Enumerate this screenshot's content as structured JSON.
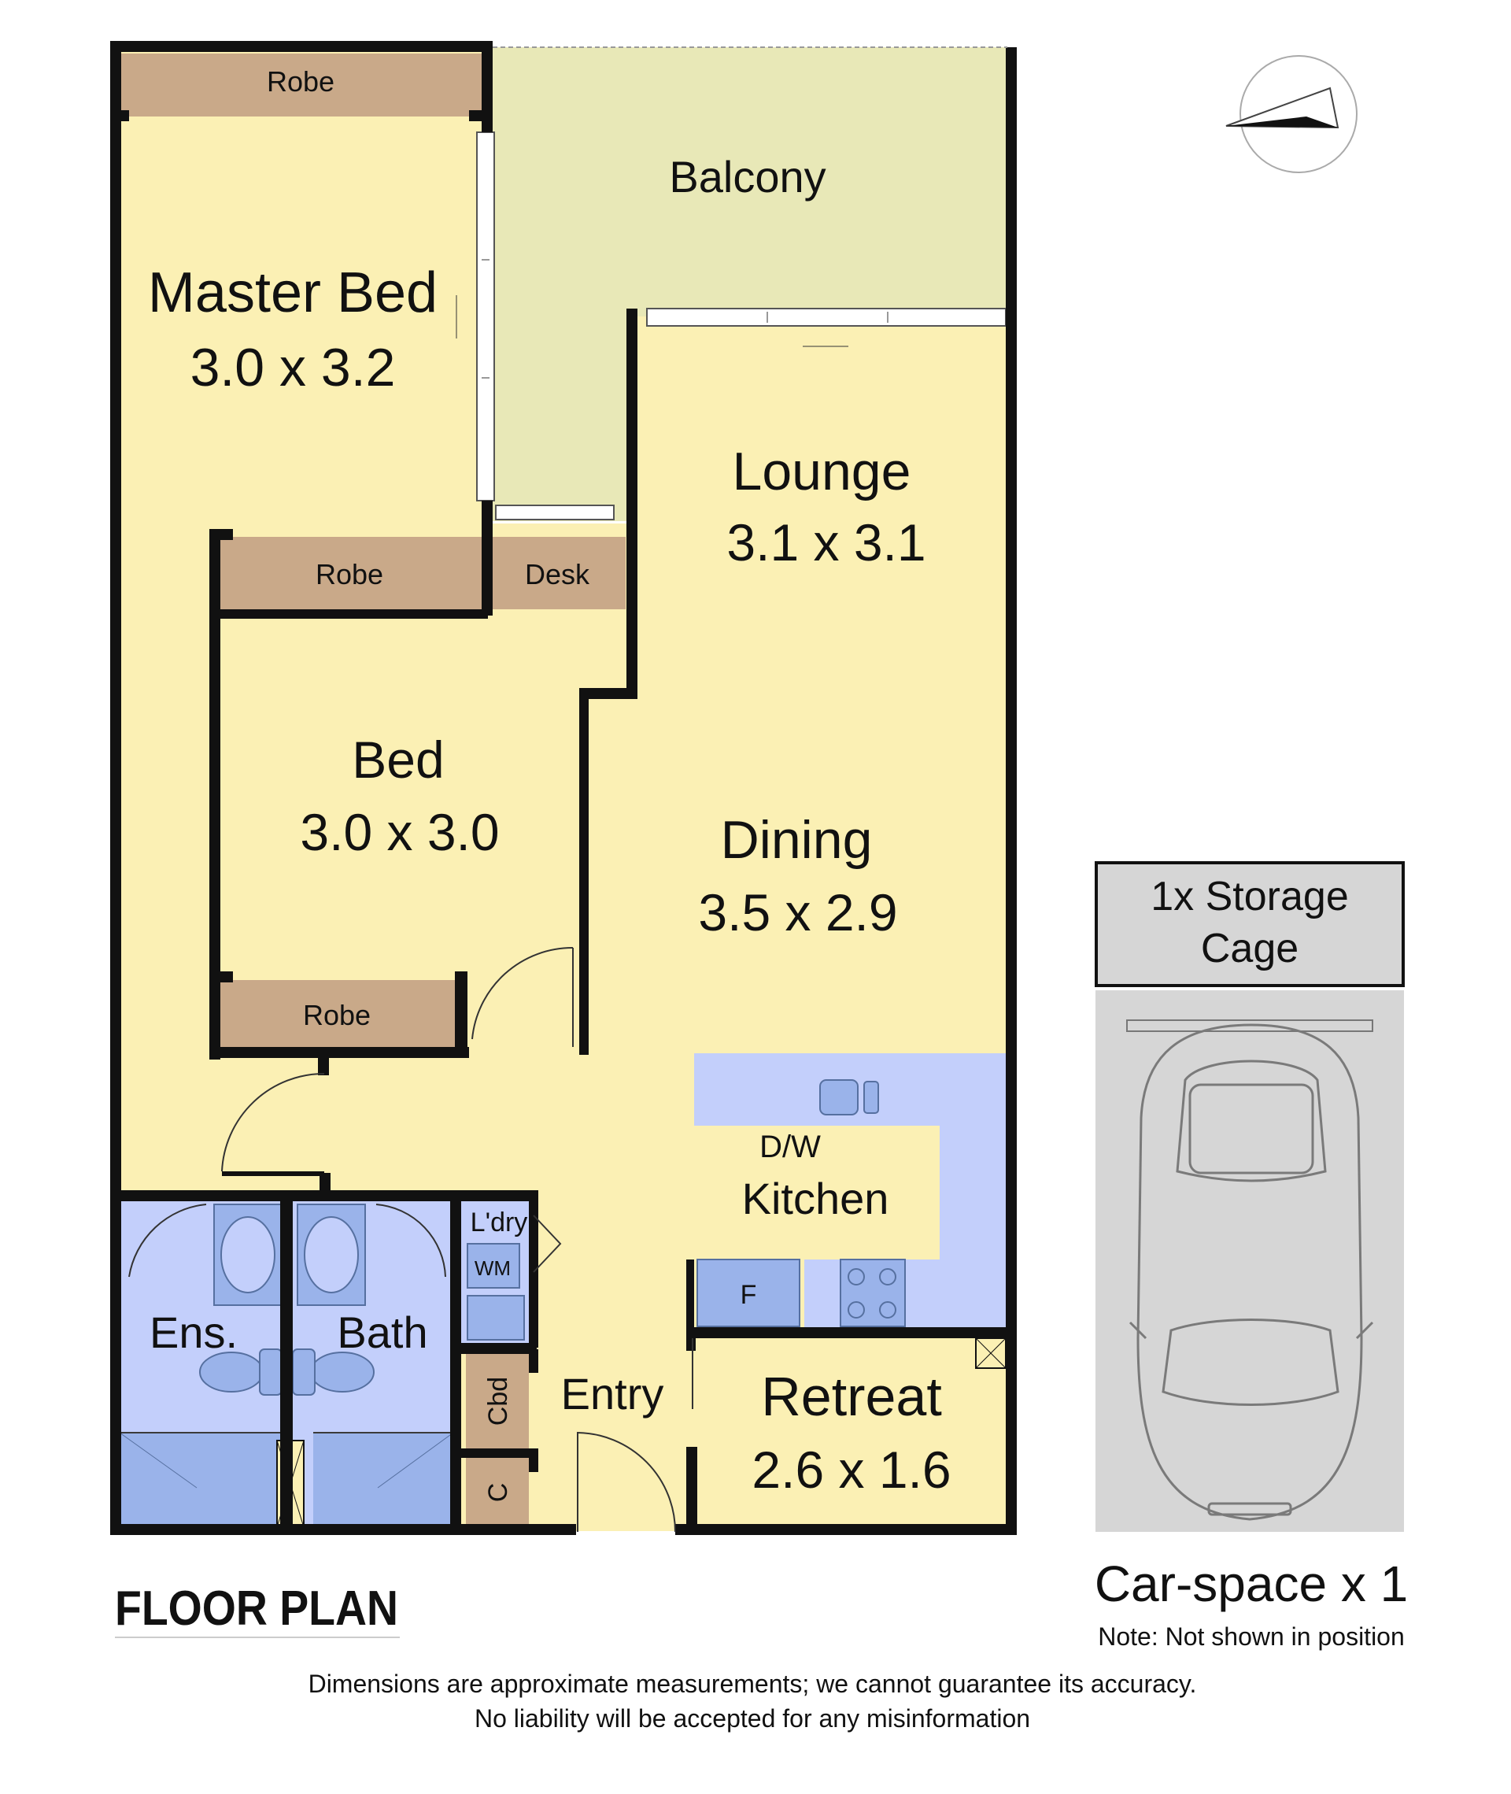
{
  "title": "FLOOR PLAN",
  "rooms": {
    "master_bed": {
      "name": "Master Bed",
      "dim": "3.0 x 3.2"
    },
    "balcony": {
      "name": "Balcony"
    },
    "lounge": {
      "name": "Lounge",
      "dim": "3.1 x 3.1"
    },
    "dining": {
      "name": "Dining",
      "dim": "3.5 x 2.9"
    },
    "bed": {
      "name": "Bed",
      "dim": "3.0 x 3.0"
    },
    "kitchen": {
      "name": "Kitchen"
    },
    "retreat": {
      "name": "Retreat",
      "dim": "2.6 x 1.6"
    },
    "ensuite": {
      "name": "Ens."
    },
    "bath": {
      "name": "Bath"
    },
    "entry": {
      "name": "Entry"
    }
  },
  "fixtures": {
    "robe_master": "Robe",
    "robe_bed_top": "Robe",
    "robe_bed_bottom": "Robe",
    "desk": "Desk",
    "dishwasher": "D/W",
    "fridge": "F",
    "laundry": "L'dry",
    "washing_machine": "WM",
    "cupboard": "Cbd",
    "coat": "C"
  },
  "storage": {
    "line1": "1x Storage",
    "line2": "Cage"
  },
  "carspace": {
    "label": "Car-space x 1",
    "note": "Note: Not shown in position"
  },
  "disclaimer": {
    "line1": "Dimensions are approximate measurements; we cannot guarantee its accuracy.",
    "line2": "No liability will be accepted for any misinformation"
  },
  "colors": {
    "wall": "#111111",
    "floor": "#fbf0b4",
    "balcony": "#e8e8b7",
    "robe": "#c9a989",
    "wet": "#c3cffb",
    "fixture_blue": "#9ab3ea",
    "carspace": "#d6d6d6"
  }
}
